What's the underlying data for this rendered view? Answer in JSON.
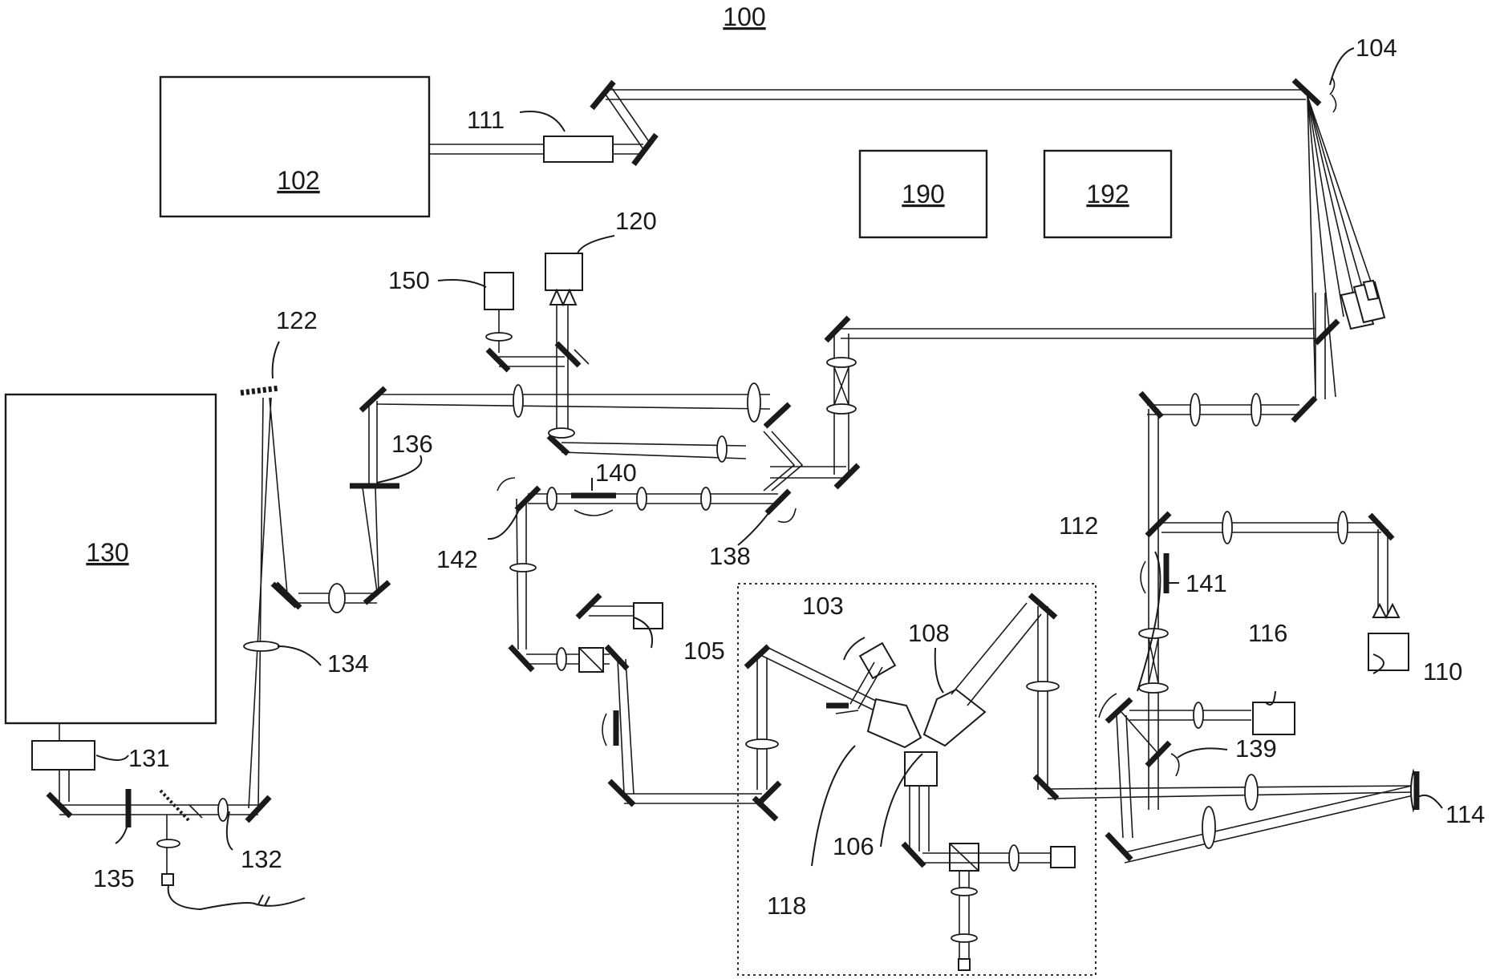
{
  "figure": {
    "title": "100",
    "boxes": {
      "b102": "102",
      "b130": "130",
      "b190": "190",
      "b192": "192"
    },
    "labels": {
      "l103": "103",
      "l104": "104",
      "l105": "105",
      "l106": "106",
      "l108": "108",
      "l110": "110",
      "l111": "111",
      "l112": "112",
      "l114": "114",
      "l116": "116",
      "l118": "118",
      "l120": "120",
      "l122": "122",
      "l131": "131",
      "l132": "132",
      "l134": "134",
      "l135": "135",
      "l136": "136",
      "l138": "138",
      "l139": "139",
      "l140": "140",
      "l141": "141",
      "l142": "142",
      "l150": "150"
    }
  }
}
